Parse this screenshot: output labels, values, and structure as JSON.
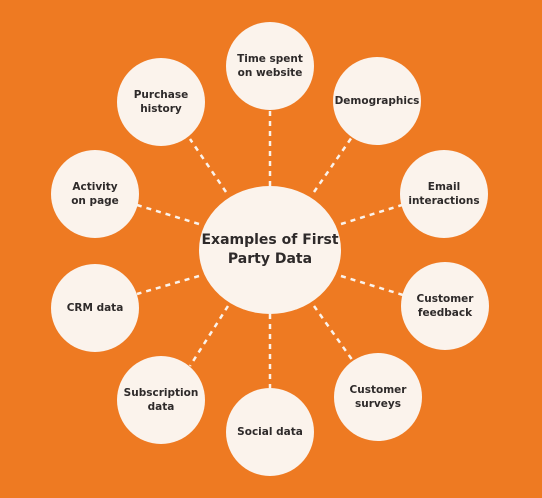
{
  "diagram": {
    "center_label": "Examples of First\nParty Data",
    "nodes": [
      {
        "label": "Time spent\non website"
      },
      {
        "label": "Demographics"
      },
      {
        "label": "Email\ninteractions"
      },
      {
        "label": "Customer\nfeedback"
      },
      {
        "label": "Customer\nsurveys"
      },
      {
        "label": "Social data"
      },
      {
        "label": "Subscription\ndata"
      },
      {
        "label": "CRM data"
      },
      {
        "label": "Activity\non page"
      },
      {
        "label": "Purchase\nhistory"
      }
    ],
    "colors": {
      "background": "#EE7A22",
      "circle_fill": "#FBF3EC",
      "text": "#2E2A2A",
      "connector": "#FBF3EC"
    }
  }
}
